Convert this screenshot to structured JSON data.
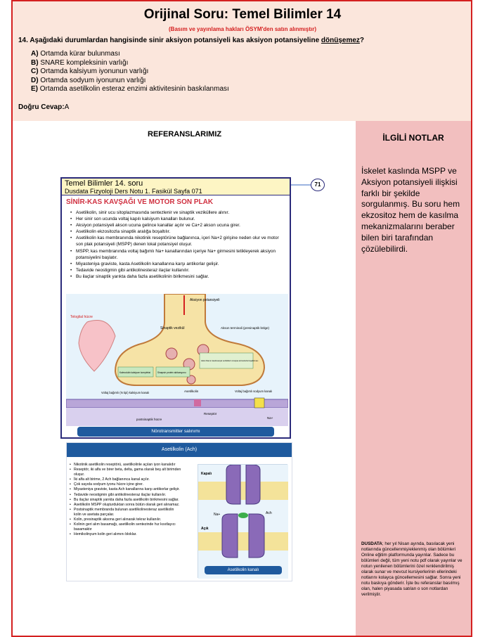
{
  "header": {
    "title": "Orijinal Soru: Temel Bilimler 14",
    "rights": "(Basım ve yayınlama hakları ÖSYM'den satın alınmıştır)"
  },
  "question": {
    "number": "14.",
    "text_before": "Aşağıdaki durumlardan hangisinde sinir aksiyon potansiyeli kas aksiyon potansiyeline ",
    "underlined": "dönüşemez",
    "text_after": "?",
    "options": [
      {
        "letter": "A)",
        "text": "Ortamda kürar bulunması"
      },
      {
        "letter": "B)",
        "text": "SNARE kompleksinin varlığı"
      },
      {
        "letter": "C)",
        "text": "Ortamda kalsiyum iyonunun varlığı"
      },
      {
        "letter": "D)",
        "text": "Ortamda sodyum iyonunun varlığı"
      },
      {
        "letter": "E)",
        "text": "Ortamda asetilkolin esteraz enzimi aktivitesinin baskılanması"
      }
    ],
    "answer_label": "Doğru Cevap:",
    "answer_value": "A"
  },
  "references": {
    "title": "REFERANSLARIMIZ",
    "page1": {
      "head_line1": "Temel Bilimler 14. soru",
      "head_line2": "Dusdata Fizyoloji Ders Notu 1. Fasikül Sayfa 071",
      "page_number": "71",
      "subtitle": "SİNİR-KAS KAVŞAĞI VE MOTOR SON PLAK",
      "bullets": [
        "Asetilkolin, sinir ucu sitoplazmasında sentezlenir ve sinaptik veziküllere alınır.",
        "Her sinir son ucunda voltaj kapılı kalsiyum kanalları bulunur.",
        "Aksiyon potansiyeli akson ucuna gelince kanallar açılır ve Ca+2 akson ucuna girer.",
        "Asetilkolin ekzositozla sinaptik aralığa boşaltılır.",
        "Asetilkolin kas membranında nikotinik reseptörüne bağlanınca, içeri Na+2 girişine neden olur ve motor son plak potansiyeli (MSPP) denen lokal potansiyel oluşur.",
        "MSPP, kas membranında voltaj bağımlı Na+ kanallarından içeriye Na+ girmesini tetikleyerek aksiyon potansiyelini başlatır.",
        "Miyasteniya graviste, kasta Asetilkolin kanallarına karşı antikorlar gelişir.",
        "Tedavide neostigmin gibi antikolinesteraz ilaçlar kullanılır.",
        "Bu ilaçlar sinaptik yarıkta daha fazla asetilkolinin birikmesini sağlar."
      ],
      "figure_labels": {
        "axon_potential": "Aksiyon potansiyeli",
        "teloglial": "Teloglial hücre",
        "vesicle": "Sinaptik vezikül",
        "axon_terminal": "Akson terminali (presinaptik bölge)",
        "ca_channel": "Kalmodulin kalsiyum kompleksi",
        "synapsin": "Sinapsin protein aktivasyonu",
        "ach_release": "Akton filamın kasılmasıyla veziküllerin sinapsa ekzositozla boşaltılması",
        "na_channel_left": "Voltaj bağımlı (N tipi) kalsiyum kanalı",
        "acetylcholine": "Asetilkolin",
        "receptor": "Reseptör",
        "na_channel_right": "Voltaj bağımlı sodyum kanalı",
        "postsynaptic": "postsinaptik hücre",
        "na_ion": "Na+"
      },
      "caption": "Nörotransmitter salınımı"
    },
    "page2": {
      "head": "Asetilkolin (Ach)",
      "bullets": [
        "Nikotinik asetilkolin reseptörü, asetilkolinle açılan iyon kanalıdır",
        "Reseptör, iki alfa ve birer beta, delta, gama olarak beş alt birimden oluşur.",
        "İki alfa alt birime, 2 Ach bağlanınca kanal açılır.",
        "Çok sayıda sodyum iyonu hücre içine girer.",
        "Miyasteniya graviste, kasta Ach kanallarına karşı antikorlar gelişir.",
        "Tedavide neostigmin gibi antikolinesteraz ilaçlar kullanılır.",
        "Bu ilaçlar sinaptik yarıkta daha fazla asetilkolin birikmesini sağlar.",
        "Asetilkolin MSPP oluşturduktan sonra bütün olarak geri alınamaz.",
        "Postsinaptik membranda bulunan asetilkolinesteraz asetilkolin kolin ve asetata parçalar.",
        "Kolin, presinaptik aksona geri alınarak tekrar kullanılır.",
        "Kolinin geri alım basamağı, asetilkolin sentezinde hız kısıtlayıcı basamaktır",
        "Hemikolinyum kolin geri alımını bloklar."
      ],
      "fig_closed": "Kapalı",
      "fig_open": "Açık",
      "fig_na": "Na+",
      "fig_ach": "Ach",
      "caption": "Asetilkolin kanalı"
    }
  },
  "notes": {
    "title": "İLGİLİ NOTLAR",
    "text": "İskelet kaslında MSPP ve Aksiyon potansiyeli ilişkisi farklı bir şekilde sorgulanmış. Bu soru hem ekzositoz hem de kasılma mekanizmalarını beraber bilen biri tarafından çözülebilirdi.",
    "dusdata_label": "DUSDATA",
    "dusdata_text": "; her yıl Nisan ayında, basılacak yeni notlarında güncellenmiş/eklenmiş olan bölümleri Online eğitim platformunda yayınlar. Sadece bu bölümleri değil, tüm yeni notu pdf olarak yayınlar ve notun yenilenen bölümlerini özel renklendirilmiş olarak sunar ve mevcut kursiyerlerinin ellerindeki notlarını kolayca güncellemesini sağlar. Sonra yeni notu baskıya gönderir. İşte bu referanslar basılmış olan, halen piyasada satılan o son notlardan verilmiştir."
  }
}
